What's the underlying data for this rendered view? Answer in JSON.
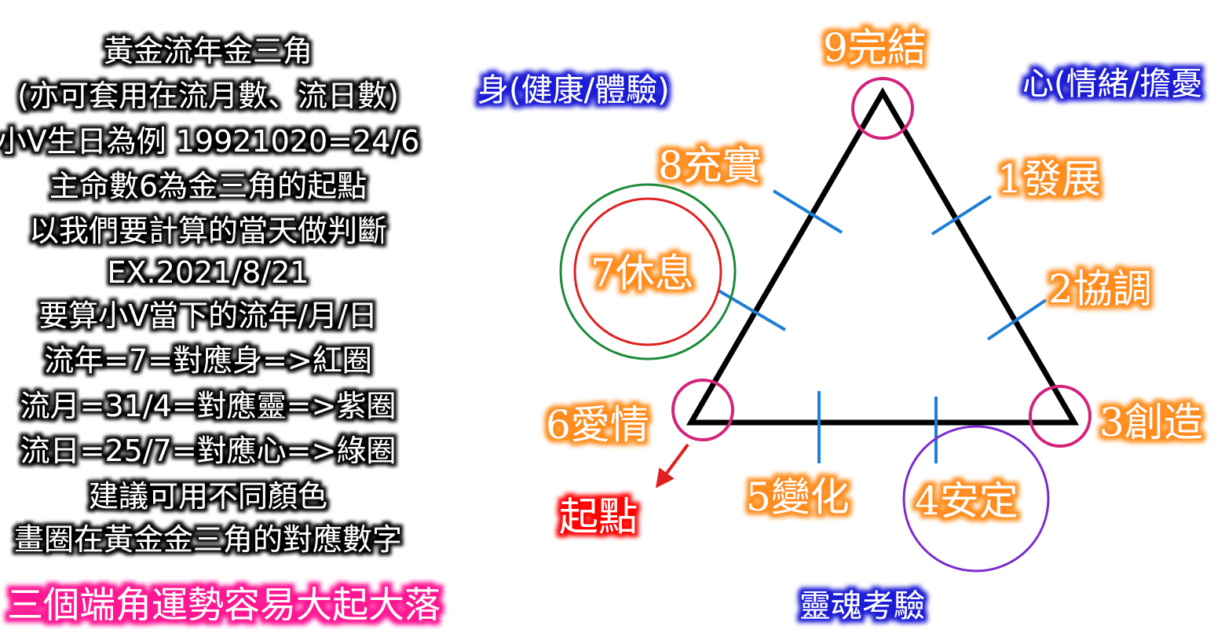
{
  "left_text": {
    "lines": [
      "黃金流年金三角",
      "(亦可套用在流月數、流日數)",
      "小V生日為例 19921020=24/6",
      "主命數6為金三角的起點",
      "以我們要計算的當天做判斷",
      "EX.2021/8/21",
      "要算小V當下的流年/月/日",
      "流年=7=對應身=>紅圈",
      "流月=31/4=對應靈=>紫圈",
      "流日=25/7=對應心=>綠圈",
      "建議可用不同顏色",
      "畫圈在黃金金三角的對應數字"
    ],
    "warning": "三個端角運勢容易大起大落"
  },
  "diagram": {
    "body_label": "身(健康/體驗)",
    "mind_label": "心(情緒/擔憂",
    "soul_label": "靈魂考驗",
    "start_label": "起點",
    "nodes": {
      "n1": "1發展",
      "n2": "2協調",
      "n3": "3創造",
      "n4": "4安定",
      "n5": "5變化",
      "n6": "6愛情",
      "n7": "7休息",
      "n8": "8充實",
      "n9": "9完結"
    }
  },
  "colors": {
    "orange_glow": "#ff8c1a",
    "blue_glow": "#1a1ad6",
    "pink_glow": "#ff1493",
    "red_glow": "#ff0000",
    "magenta_circle": "#d4237a",
    "red_circle": "#e02020",
    "green_circle": "#1e8a3a",
    "purple_circle": "#7b2bd0",
    "tick": "#1e7fd6"
  }
}
